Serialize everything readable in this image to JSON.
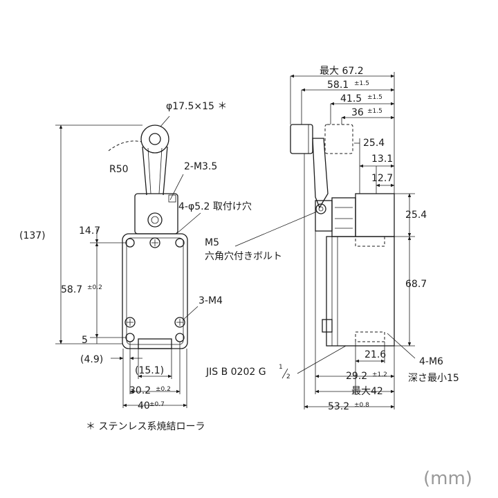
{
  "unit_label": "(mm)",
  "footnote": "＊ ステンレス系焼結ローラ",
  "front": {
    "roller_dim": "φ17.5×15 ＊",
    "r50": "R50",
    "m35": "2-M3.5",
    "holes": "4-φ5.2 取付け穴",
    "total_height": "(137)",
    "h147": "14.7",
    "h587": "58.7",
    "h587_tol": "±0.2",
    "h5": "5",
    "m4": "3-M4",
    "w49": "(4.9)",
    "w151": "(15.1)",
    "w302": "30.2",
    "w302_tol": "±0.2",
    "w40": "40",
    "w40_tol": "±0.7"
  },
  "side": {
    "max672": "最大 67.2",
    "d581": "58.1",
    "d581_tol": "±1.5",
    "d415": "41.5",
    "d415_tol": "±1.5",
    "d36": "36",
    "d36_tol": "±1.5",
    "d254a": "25.4",
    "d131": "13.1",
    "d127": "12.7",
    "d254b": "25.4",
    "m5_a": "M5",
    "m5_b": "六角穴付きボルト",
    "d687": "68.7",
    "d216": "21.6",
    "m6_a": "4-M6",
    "m6_b": "深さ最小15",
    "jis_a": "JIS B 0202 G",
    "jis_sup": "1",
    "jis_sub": "2",
    "d292": "29.2",
    "d292_tol": "±1.2",
    "max42": "最大42",
    "d532": "53.2",
    "d532_tol": "±0.8"
  }
}
